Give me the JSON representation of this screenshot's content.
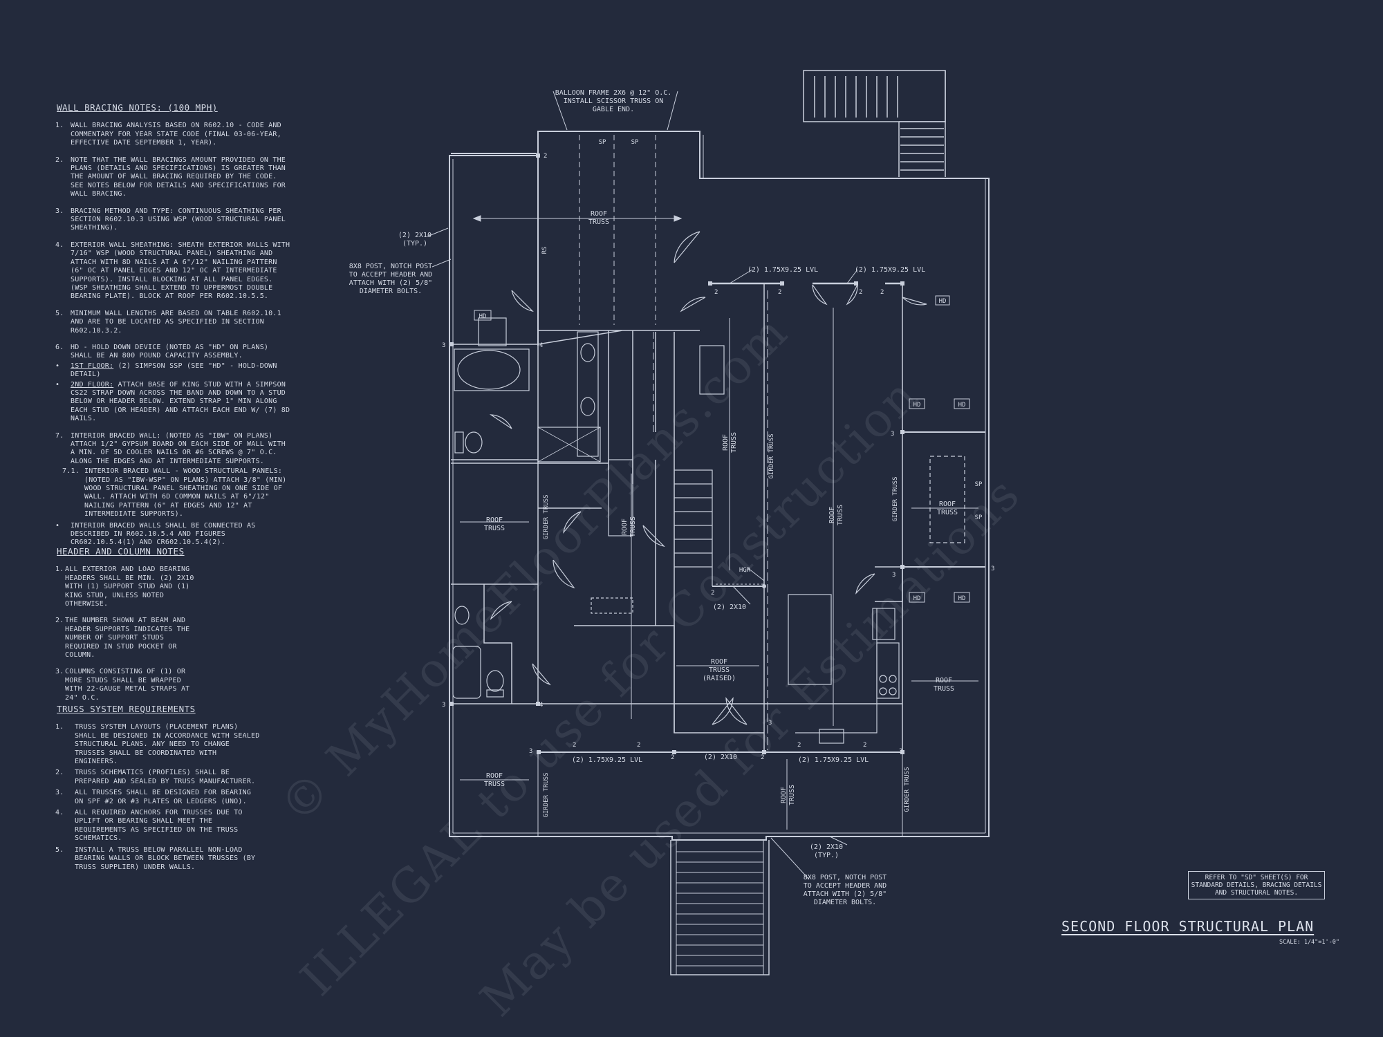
{
  "wall_bracing": {
    "title": "WALL BRACING NOTES: (100 MPH)",
    "items": [
      {
        "n": "1.",
        "text": "WALL BRACING ANALYSIS BASED ON R602.10 - CODE AND COMMENTARY FOR YEAR STATE CODE (FINAL 03-06-YEAR, EFFECTIVE DATE SEPTEMBER 1, YEAR)."
      },
      {
        "n": "2.",
        "text": "NOTE THAT THE WALL BRACINGS AMOUNT PROVIDED ON THE PLANS (DETAILS AND SPECIFICATIONS) IS GREATER THAN THE AMOUNT OF WALL BRACING REQUIRED BY THE CODE. SEE NOTES BELOW FOR DETAILS AND SPECIFICATIONS FOR WALL BRACING."
      },
      {
        "n": "3.",
        "text": "BRACING METHOD AND TYPE: CONTINUOUS SHEATHING PER SECTION R602.10.3 USING WSP (WOOD STRUCTURAL PANEL SHEATHING)."
      },
      {
        "n": "4.",
        "text": "EXTERIOR WALL SHEATHING: SHEATH EXTERIOR WALLS WITH 7/16\" WSP (WOOD STRUCTURAL PANEL) SHEATHING AND ATTACH WITH 8d NAILS AT A 6\"/12\" NAILING PATTERN (6\" OC AT PANEL EDGES AND 12\" OC AT INTERMEDIATE SUPPORTS). INSTALL BLOCKING AT ALL PANEL EDGES. (WSP SHEATHING SHALL EXTEND TO UPPERMOST DOUBLE BEARING PLATE). BLOCK AT ROOF PER R602.10.5.5."
      },
      {
        "n": "5.",
        "text": "MINIMUM WALL LENGTHS ARE BASED ON TABLE R602.10.1 AND ARE TO BE LOCATED AS SPECIFIED IN SECTION R602.10.3.2."
      },
      {
        "n": "6.",
        "text": "HD - HOLD DOWN DEVICE (NOTED AS \"HD\" ON PLANS) SHALL BE AN 800 POUND CAPACITY ASSEMBLY."
      }
    ],
    "bullet1_label": "1ST FLOOR:",
    "bullet1_text": " (2) SIMPSON SSP (SEE \"HD\" - HOLD-DOWN DETAIL)",
    "bullet2_label": "2ND FLOOR:",
    "bullet2_text": " ATTACH BASE OF KING STUD WITH A SIMPSON CS22 STRAP DOWN ACROSS THE BAND AND DOWN TO A STUD BELOW OR HEADER BELOW. EXTEND STRAP 1\" MIN ALONG EACH STUD (OR HEADER) AND ATTACH EACH END W/ (7) 8d NAILS.",
    "item7_n": "7.",
    "item7": "INTERIOR BRACED WALL: (NOTED AS \"IBW\" ON PLANS) ATTACH 1/2\" GYPSUM BOARD ON EACH SIDE OF WALL WITH A MIN. OF 5d COOLER NAILS OR #6 SCREWS @ 7\" O.C. ALONG THE EDGES AND AT INTERMEDIATE SUPPORTS.",
    "item71_n": "7.1.",
    "item71": "INTERIOR BRACED WALL - WOOD STRUCTURAL PANELS: (NOTED AS \"IBW-WSP\" ON PLANS) ATTACH 3/8\" (MIN) WOOD STRUCTURAL PANEL SHEATHING ON ONE SIDE OF WALL. ATTACH WITH 6d COMMON NAILS AT 6\"/12\" NAILING PATTERN (6\" AT EDGES AND 12\" AT INTERMEDIATE SUPPORTS).",
    "bullet3": "INTERIOR BRACED WALLS SHALL BE CONNECTED AS DESCRIBED IN R602.10.5.4 AND FIGURES CR602.10.5.4(1) AND CR602.10.5.4(2)."
  },
  "header_notes": {
    "title": "HEADER AND COLUMN NOTES",
    "items": [
      {
        "n": "1.",
        "text": "ALL EXTERIOR AND LOAD BEARING HEADERS SHALL BE MIN. (2) 2x10 WITH (1) SUPPORT STUD AND (1) KING STUD, UNLESS NOTED OTHERWISE."
      },
      {
        "n": "2.",
        "text": "THE NUMBER SHOWN AT BEAM AND HEADER SUPPORTS INDICATES THE NUMBER OF SUPPORT STUDS REQUIRED IN STUD POCKET OR COLUMN."
      },
      {
        "n": "3.",
        "text": "COLUMNS CONSISTING OF (1) OR MORE STUDS SHALL BE WRAPPED WITH 22-GAUGE METAL STRAPS AT 24\" O.C."
      }
    ]
  },
  "truss_notes": {
    "title": "TRUSS SYSTEM REQUIREMENTS",
    "items": [
      {
        "n": "1.",
        "text": "TRUSS SYSTEM LAYOUTS (PLACEMENT PLANS) SHALL BE DESIGNED IN ACCORDANCE WITH SEALED STRUCTURAL PLANS. ANY NEED TO CHANGE TRUSSES SHALL BE COORDINATED WITH ENGINEERS."
      },
      {
        "n": "2.",
        "text": "TRUSS SCHEMATICS (PROFILES) SHALL BE PREPARED AND SEALED BY TRUSS MANUFACTURER."
      },
      {
        "n": "3.",
        "text": "ALL TRUSSES SHALL BE DESIGNED FOR BEARING ON SPF #2 OR #3 PLATES OR LEDGERS (UNO)."
      },
      {
        "n": "4.",
        "text": "ALL REQUIRED ANCHORS FOR TRUSSES DUE TO UPLIFT OR BEARING SHALL MEET THE REQUIREMENTS AS SPECIFIED ON THE TRUSS SCHEMATICS."
      },
      {
        "n": "5.",
        "text": "INSTALL A TRUSS BELOW PARALLEL NON-LOAD BEARING WALLS OR BLOCK BETWEEN TRUSSES (BY TRUSS SUPPLIER) UNDER WALLS."
      }
    ]
  },
  "plan": {
    "balloon_note": [
      "BALLOON FRAME 2x6 @ 12\" O.C.",
      "INSTALL SCISSOR TRUSS ON",
      "GABLE END."
    ],
    "post_note": [
      "8x8 POST, NOTCH POST",
      "TO ACCEPT HEADER AND",
      "ATTACH WITH (2) 5/8\"",
      "DIAMETER BOLTS."
    ],
    "typ_2x10": [
      "(2) 2x10",
      "(TYP.)"
    ],
    "roof_truss": [
      "ROOF",
      "TRUSS"
    ],
    "roof_truss_raised": [
      "ROOF",
      "TRUSS",
      "(RAISED)"
    ],
    "girder_truss": "GIRDER TRUSS",
    "lvl": "(2) 1.75x9.25 LVL",
    "two_2x10": "(2) 2x10",
    "hd": "HD",
    "sp": "SP",
    "hgr": "HGR",
    "rs": "RS",
    "num2": "2",
    "num3": "3",
    "num4": "4"
  },
  "refer_note": "REFER TO \"SD\" SHEET(S) FOR STANDARD DETAILS, BRACING DETAILS AND STRUCTURAL NOTES.",
  "plan_title": "SECOND FLOOR STRUCTURAL PLAN",
  "plan_scale": "SCALE: 1/4\"=1'-0\"",
  "watermark": [
    "© MyHomeFloorPlans.com",
    "ILLEGAL to use for Construction",
    "May be used for Estimations"
  ]
}
